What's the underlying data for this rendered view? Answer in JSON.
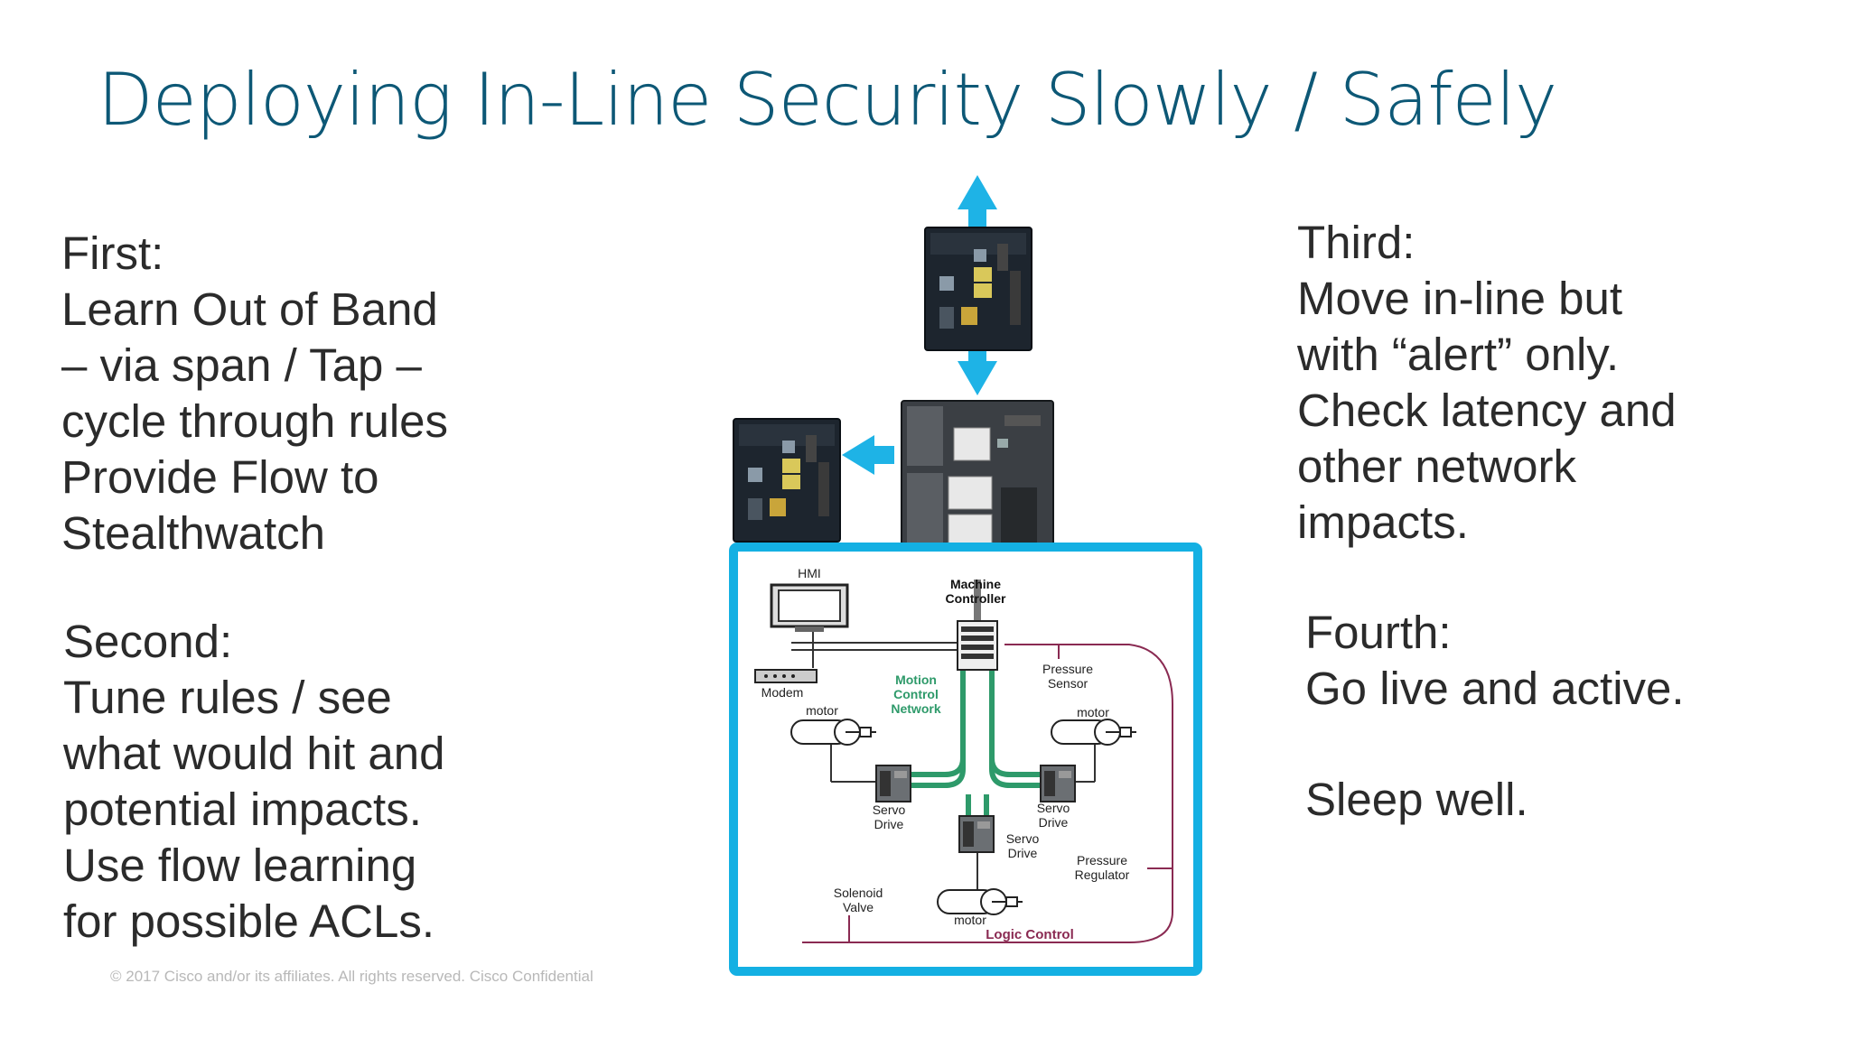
{
  "slide": {
    "title": "Deploying In-Line Security Slowly / Safely",
    "first": [
      "First:",
      "Learn Out of Band",
      "– via span / Tap –",
      "cycle through rules",
      "Provide Flow to",
      "Stealthwatch"
    ],
    "second": [
      "Second:",
      "Tune rules / see",
      "what would hit and",
      "potential impacts.",
      "Use flow learning",
      "for possible ACLs."
    ],
    "third": [
      "Third:",
      "Move in-line but",
      "with “alert” only.",
      "Check latency and",
      "other network",
      "impacts."
    ],
    "fourth": [
      "Fourth:",
      "Go live and active."
    ],
    "closing": "Sleep well.",
    "footer": "© 2017  Cisco and/or its affiliates. All rights reserved.   Cisco Confidential"
  },
  "diagram": {
    "labels": {
      "hmi": "HMI",
      "machine_controller_1": "Machine",
      "machine_controller_2": "Controller",
      "modem": "Modem",
      "motion_1": "Motion",
      "motion_2": "Control",
      "motion_3": "Network",
      "pressure_sensor_1": "Pressure",
      "pressure_sensor_2": "Sensor",
      "motor_left": "motor",
      "motor_right": "motor",
      "motor_bottom": "motor",
      "servo_left_1": "Servo",
      "servo_left_2": "Drive",
      "servo_right_1": "Servo",
      "servo_right_2": "Drive",
      "servo_center_1": "Servo",
      "servo_center_2": "Drive",
      "pressure_regulator_1": "Pressure",
      "pressure_regulator_2": "Regulator",
      "solenoid_1": "Solenoid",
      "solenoid_2": "Valve",
      "logic_control": "Logic Control"
    },
    "colors": {
      "title": "#0d5876",
      "arrow": "#1eb3e6",
      "frame": "#14b0e3",
      "motion_network": "#2e9a6a",
      "logic_control": "#8a2a52"
    }
  }
}
